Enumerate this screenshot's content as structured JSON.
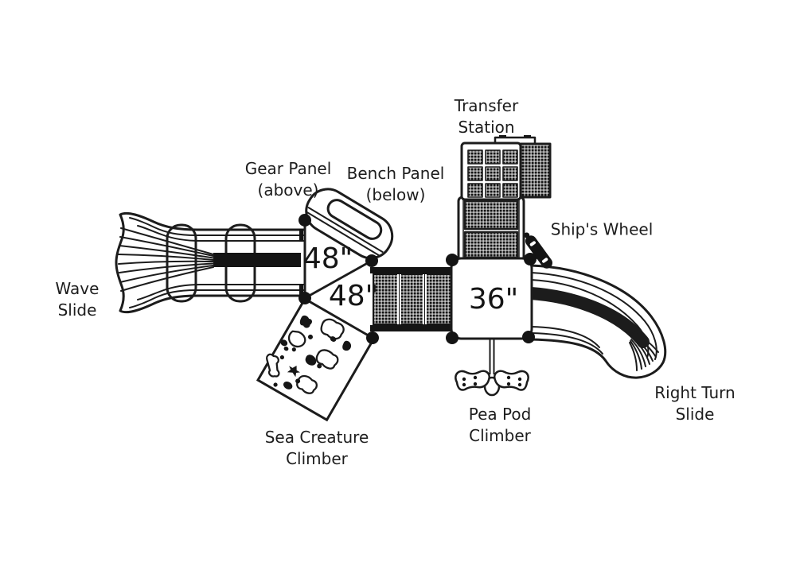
{
  "page": {
    "background_color": "#ffffff",
    "line_color": "#1c1c1c"
  },
  "diagram": {
    "type": "playground-structure-top-view",
    "labels": {
      "transfer_station": "Transfer\nStation",
      "gear_panel": "Gear Panel\n(above)",
      "bench_panel": "Bench Panel\n(below)",
      "ships_wheel": "Ship's Wheel",
      "wave_slide": "Wave\nSlide",
      "right_turn_slide": "Right Turn\nSlide",
      "sea_creature_climber": "Sea Creature\nClimber",
      "pea_pod_climber": "Pea Pod\nClimber"
    },
    "dimensions": {
      "triangle_deck_upper": "48\"",
      "triangle_deck_lower": "48\"",
      "square_deck": "36\""
    }
  }
}
